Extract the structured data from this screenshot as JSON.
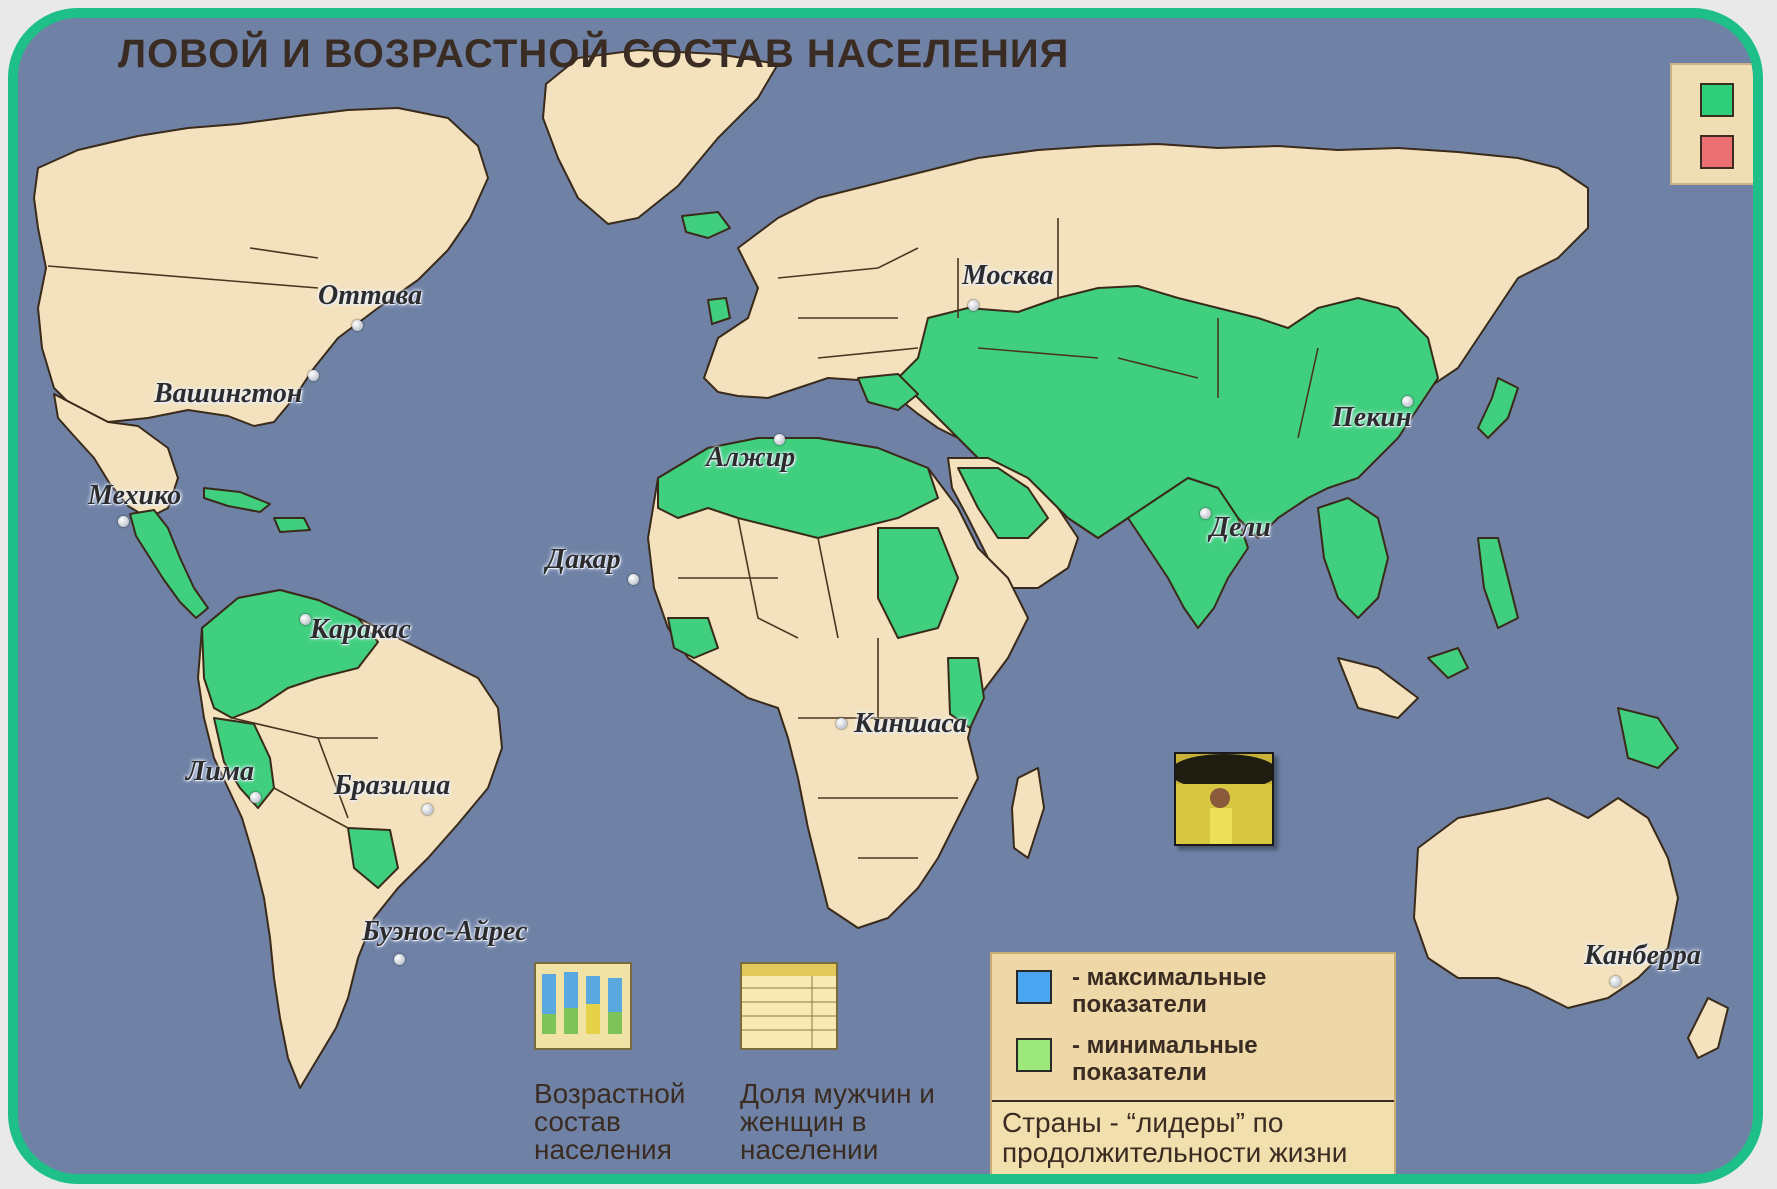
{
  "title": "ЛОВОЙ И ВОЗРАСТНОЙ СОСТАВ НАСЕЛЕНИЯ",
  "colors": {
    "ocean": "#6f82a6",
    "land": "#f3e2bd",
    "leaders": "#3fcf7e",
    "frame": "#1fbf8a",
    "max_indicator": "#4aa6f2",
    "min_indicator": "#9de87a",
    "top_legend_green": "#2fcf7a",
    "top_legend_red": "#ec6f73"
  },
  "cities": [
    {
      "id": "ottawa",
      "name": "Оттава"
    },
    {
      "id": "washington",
      "name": "Вашингтон"
    },
    {
      "id": "mexico",
      "name": "Мехико"
    },
    {
      "id": "caracas",
      "name": "Каракас"
    },
    {
      "id": "lima",
      "name": "Лима"
    },
    {
      "id": "brasilia",
      "name": "Бразилиа"
    },
    {
      "id": "buenos_aires",
      "name": "Буэнос-Айрес"
    },
    {
      "id": "dakar",
      "name": "Дакар"
    },
    {
      "id": "algiers",
      "name": "Алжир"
    },
    {
      "id": "kinshasa",
      "name": "Киншаса"
    },
    {
      "id": "moscow",
      "name": "Москва"
    },
    {
      "id": "beijing",
      "name": "Пекин"
    },
    {
      "id": "delhi",
      "name": "Дели"
    },
    {
      "id": "canberra",
      "name": "Канберра"
    }
  ],
  "legend_top": {
    "items": [
      {
        "color": "#2fcf7a",
        "text": "-"
      },
      {
        "color": "#ec6f73",
        "text": "-"
      }
    ]
  },
  "legend": {
    "max_label": "- максимальные показатели",
    "min_label": "- минимальные показатели",
    "caption": "Страны - “лидеры” по продолжительности жизни"
  },
  "links": {
    "age_structure": "Возрастной состав населения",
    "gender_share": "Доля мужчин и женщин в населении"
  }
}
